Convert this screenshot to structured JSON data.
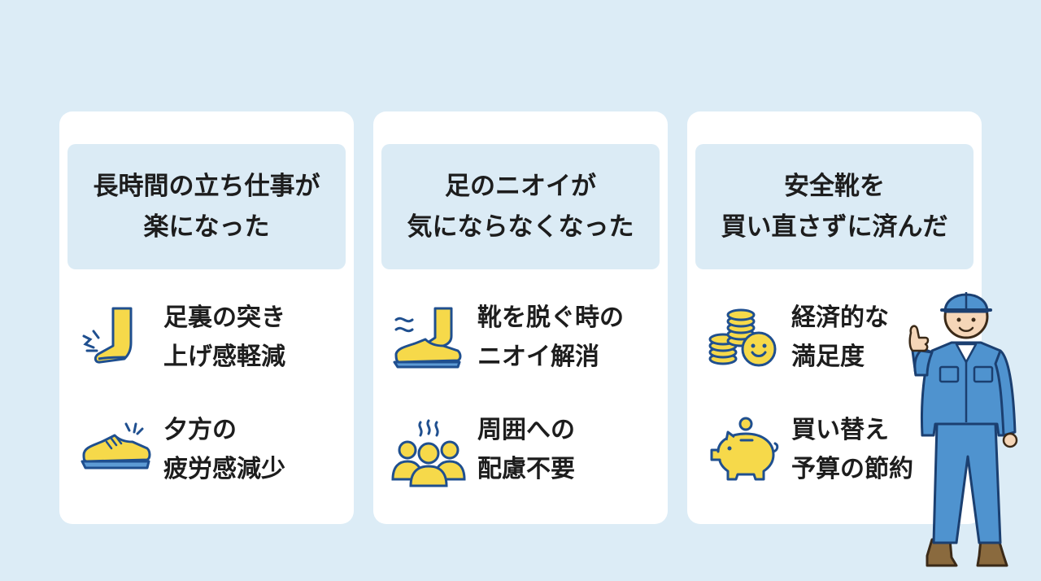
{
  "colors": {
    "background": "#dcecf6",
    "card": "#ffffff",
    "card_header": "#dbebf5",
    "icon_fill": "#f6d94a",
    "icon_stroke": "#1f4f8f",
    "worker_uniform": "#4f93cf"
  },
  "cards": [
    {
      "title_lines": [
        "長時間の立ち仕事が",
        "楽になった"
      ],
      "items": [
        {
          "icon": "foot-impact-icon",
          "lines": [
            "足裏の突き",
            "上げ感軽減"
          ]
        },
        {
          "icon": "shoe-icon",
          "lines": [
            "夕方の",
            "疲労感減少"
          ]
        }
      ]
    },
    {
      "title_lines": [
        "足のニオイが",
        "気にならなくなった"
      ],
      "items": [
        {
          "icon": "shoe-removal-icon",
          "lines": [
            "靴を脱ぐ時の",
            "ニオイ解消"
          ]
        },
        {
          "icon": "people-group-icon",
          "lines": [
            "周囲への",
            "配慮不要"
          ]
        }
      ]
    },
    {
      "title_lines": [
        "安全靴を",
        "買い直さずに済んだ"
      ],
      "items": [
        {
          "icon": "coins-smile-icon",
          "lines": [
            "経済的な",
            "満足度"
          ]
        },
        {
          "icon": "piggy-bank-icon",
          "lines": [
            "買い替え",
            "予算の節約"
          ]
        }
      ]
    }
  ]
}
